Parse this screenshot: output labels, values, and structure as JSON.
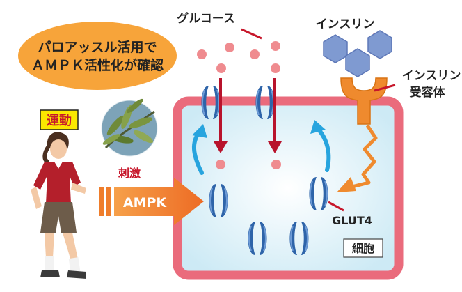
{
  "callout": {
    "line1": "パロアッスル活用で",
    "line2": "ＡＭＰＫ活性化が確認"
  },
  "labels": {
    "exercise": "運動",
    "stimulus": "刺激",
    "ampk": "AMPK",
    "glucose": "グルコース",
    "insulin": "インスリン",
    "insulin_receptor_1": "インスリン",
    "insulin_receptor_2": "受容体",
    "glut4": "GLUT4",
    "cell": "細胞"
  },
  "icons": [
    "runner-figure",
    "olive-branch-photo",
    "insulin-hexagon",
    "insulin-receptor",
    "glut4-transporter",
    "glucose-dot",
    "lightning-signal"
  ],
  "colors": {
    "callout_fill": "#f7a43a",
    "cell_border": "#ea6b7c",
    "cell_fill": "#e9f6fb",
    "glut4_blue": "#2e64a9",
    "arrow_red": "#b8132c",
    "arrow_cyan": "#27a4de",
    "ampk_arrow": "#ef7d2b",
    "receptor_orange": "#ef8a2e",
    "insulin_hex": "#7f9ad1",
    "glucose_pink": "#ef8b8f",
    "exercise_label_bg": "#fbe700",
    "stimulus_red": "#c7172b"
  }
}
